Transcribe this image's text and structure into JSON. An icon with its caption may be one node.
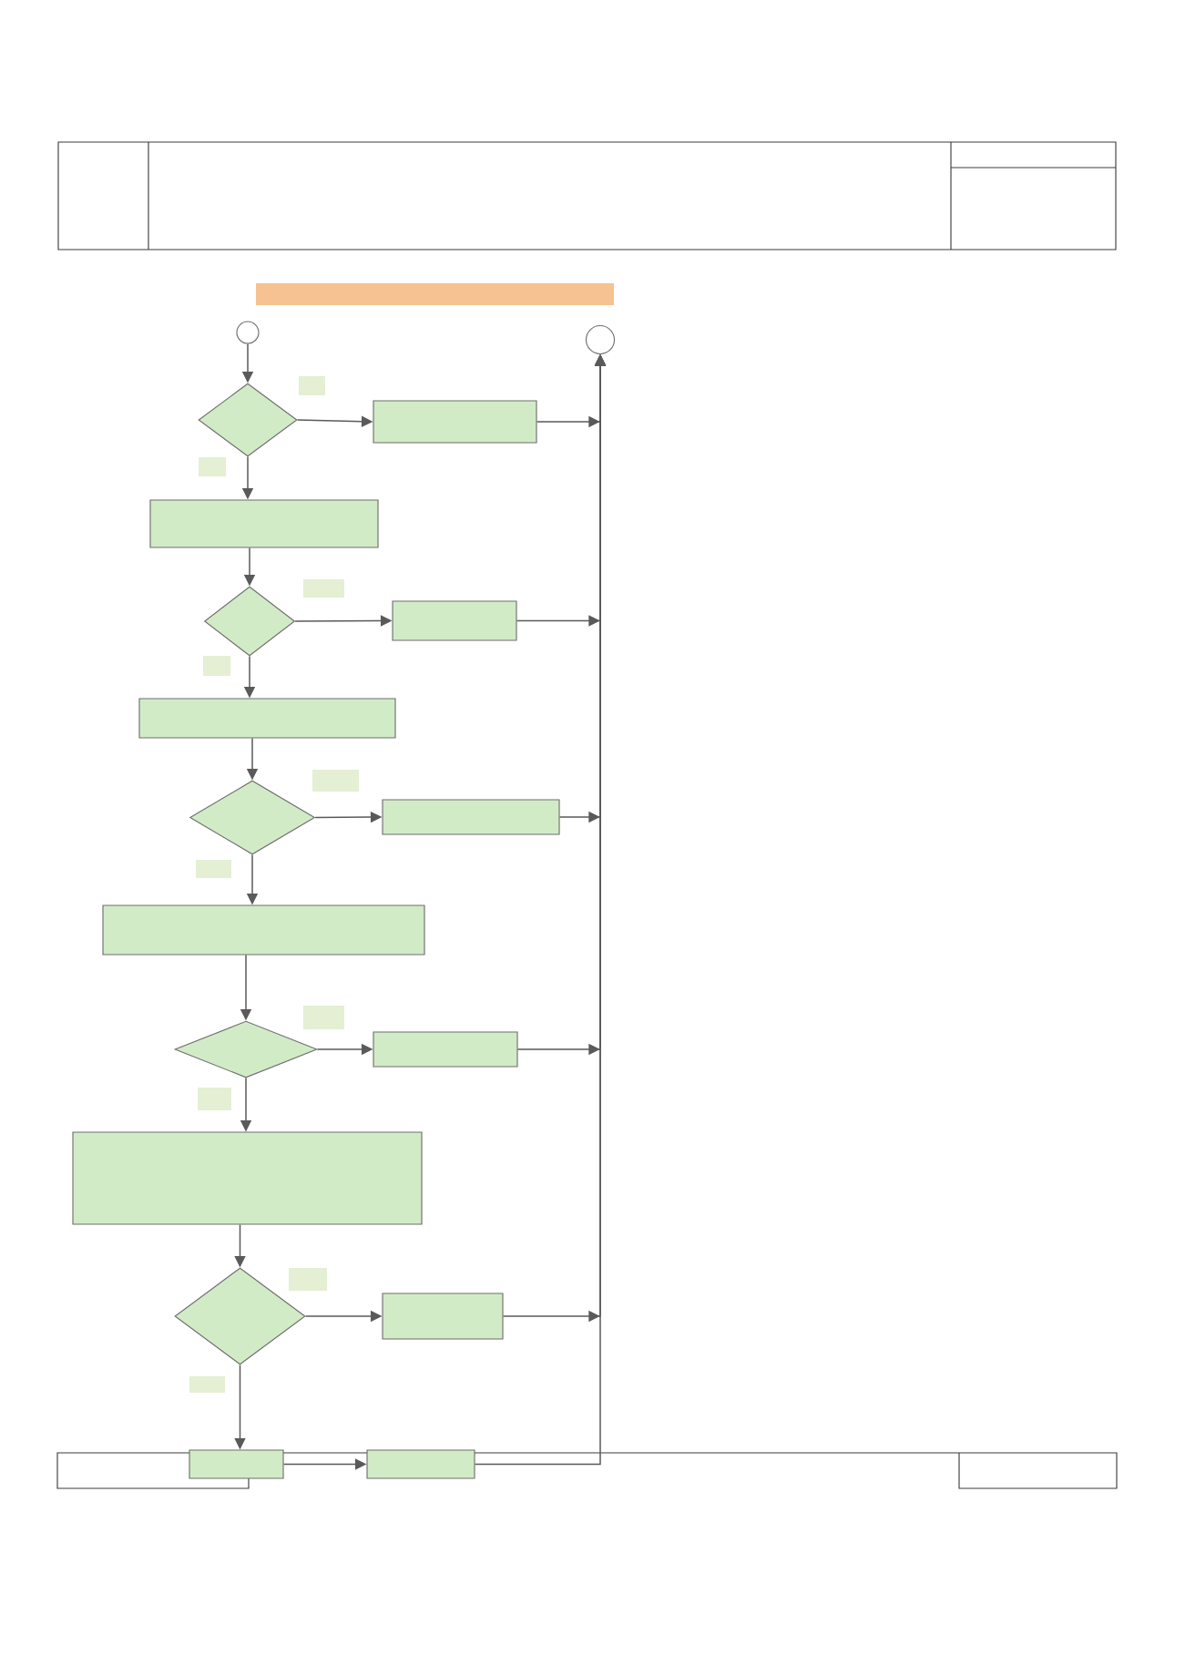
{
  "diagram": {
    "nodes": [
      {
        "text": [],
        "shape": "bar"
      },
      {
        "text": [],
        "shape": "circle"
      },
      {
        "text": [],
        "shape": "circle"
      },
      {
        "text": [],
        "shape": "diamond"
      },
      {
        "text": [],
        "shape": "box"
      },
      {
        "text": [],
        "shape": "box"
      },
      {
        "text": [],
        "shape": "diamond"
      },
      {
        "text": [],
        "shape": "box"
      },
      {
        "text": [],
        "shape": "box"
      },
      {
        "text": [],
        "shape": "diamond"
      },
      {
        "text": [],
        "shape": "box"
      },
      {
        "text": [],
        "shape": "box"
      },
      {
        "text": [],
        "shape": "diamond"
      },
      {
        "text": [],
        "shape": "box"
      },
      {
        "text": [],
        "shape": "box"
      },
      {
        "text": [],
        "shape": "diamond"
      },
      {
        "text": [],
        "shape": "box"
      },
      {
        "text": [],
        "shape": "box"
      },
      {
        "text": [],
        "shape": "box"
      }
    ],
    "edges": [
      {
        "from": 1,
        "to": 3,
        "arrow": "to"
      },
      {
        "from": 3,
        "to": 4,
        "arrow": "to"
      },
      {
        "from": 4,
        "to": 2,
        "arrow": "to"
      },
      {
        "from": 3,
        "to": 5,
        "arrow": "to"
      },
      {
        "from": 5,
        "to": 6,
        "arrow": "to"
      },
      {
        "from": 6,
        "to": 7,
        "arrow": "to"
      },
      {
        "from": 7,
        "to": 2,
        "arrow": "to"
      },
      {
        "from": 6,
        "to": 8,
        "arrow": "to"
      },
      {
        "from": 8,
        "to": 9,
        "arrow": "to"
      },
      {
        "from": 9,
        "to": 10,
        "arrow": "to"
      },
      {
        "from": 10,
        "to": 2,
        "arrow": "to"
      },
      {
        "from": 9,
        "to": 11,
        "arrow": "to"
      },
      {
        "from": 11,
        "to": 12,
        "arrow": "to"
      },
      {
        "from": 12,
        "to": 13,
        "arrow": "to"
      },
      {
        "from": 13,
        "to": 2,
        "arrow": "to"
      },
      {
        "from": 12,
        "to": 14,
        "arrow": "to"
      },
      {
        "from": 14,
        "to": 15,
        "arrow": "to"
      },
      {
        "from": 15,
        "to": 16,
        "arrow": "to"
      },
      {
        "from": 16,
        "to": 2,
        "arrow": "to"
      },
      {
        "from": 15,
        "to": 17,
        "arrow": "to"
      },
      {
        "from": 17,
        "to": 18,
        "arrow": "to"
      },
      {
        "from": 18,
        "to": 2,
        "arrow": "to"
      }
    ]
  }
}
